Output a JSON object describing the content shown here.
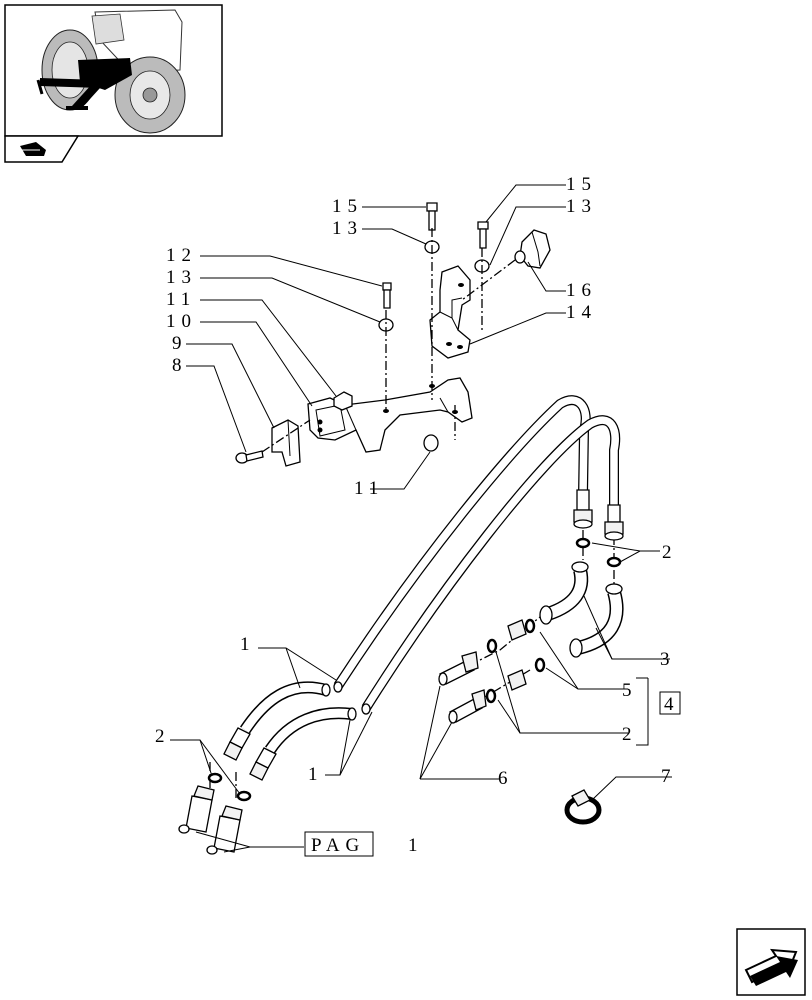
{
  "callouts": {
    "c15a": "15",
    "c13a": "13",
    "c15b": "15",
    "c13b": "13",
    "c12": "12",
    "c13c": "13",
    "c11a": "11",
    "c10": "10",
    "c9": "9",
    "c8": "8",
    "c16": "16",
    "c14": "14",
    "c11b": "11",
    "c2a": "2",
    "c3": "3",
    "c5": "5",
    "c4": "4",
    "c2b": "2",
    "c1a": "1",
    "c2c": "2",
    "c1b": "1",
    "c6": "6",
    "c7": "7"
  },
  "page_ref": {
    "label": "PAG",
    "number": "1"
  },
  "icons": {
    "thumbnail": "tractor-rear-thumbnail-icon",
    "book": "catalog-book-icon",
    "next": "next-page-arrow-icon"
  }
}
